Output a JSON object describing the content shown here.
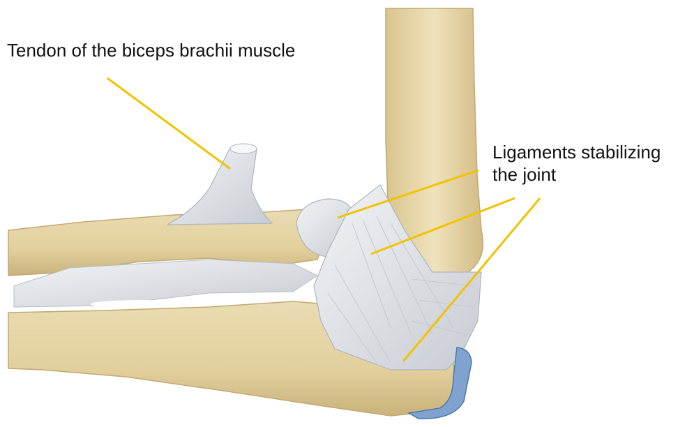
{
  "labels": {
    "biceps_tendon": "Tendon of the biceps brachii muscle",
    "ligaments_line1": "Ligaments stabilizing",
    "ligaments_line2": "the joint"
  },
  "colors": {
    "bone": "#e7d6a8",
    "bone_shadow": "#c9b07a",
    "ligament": "#e3e6ea",
    "ligament_shadow": "#b8bec6",
    "cartilage": "#7fa2cf",
    "leader_line": "#f2c200"
  }
}
